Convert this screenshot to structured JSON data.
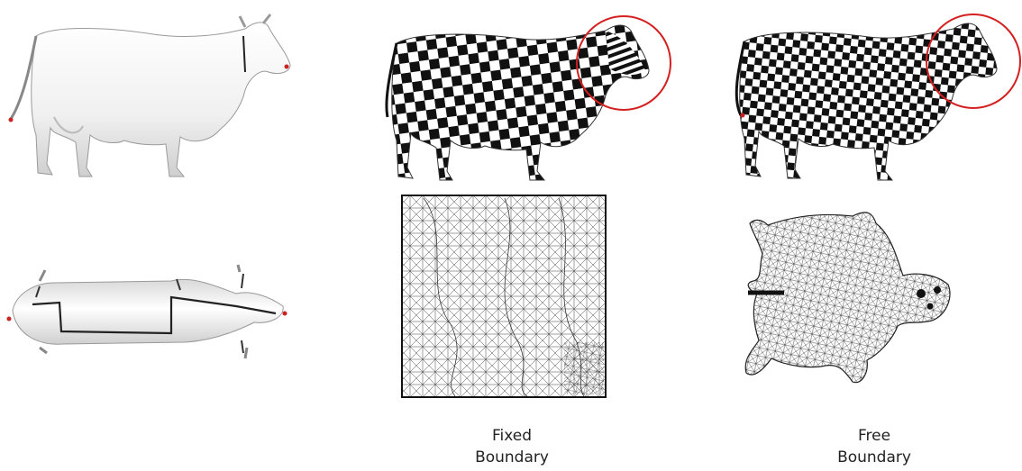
{
  "labels": {
    "fixed": [
      "Fixed",
      "Boundary"
    ],
    "free": [
      "Free",
      "Boundary"
    ]
  },
  "colors": {
    "highlight_circle": "#d42020",
    "cut_marker": "#cc2222",
    "mesh_stroke": "#333333",
    "shade": "#e6e6e6"
  },
  "icons": {
    "cow_side": "cow-side-view-shaded",
    "cow_top": "cow-top-view-with-cuts",
    "checker_cow": "cow-checkerboard-texture",
    "mesh_square": "uv-parameterization-square",
    "mesh_free": "uv-parameterization-free-shape"
  }
}
